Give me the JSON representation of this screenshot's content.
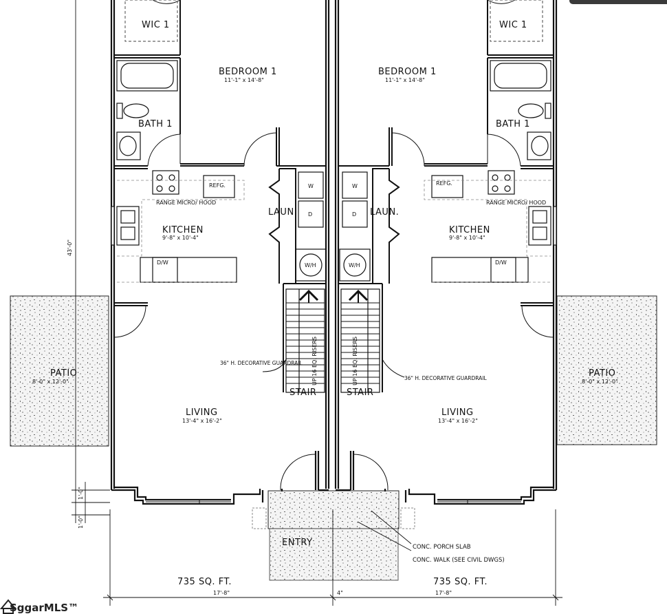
{
  "left_unit": {
    "wic": "WIC 1",
    "bedroom": {
      "name": "BEDROOM 1",
      "size": "11'-1\" x 14'-8\""
    },
    "bath": "BATH 1",
    "refrigerator": "REFG.",
    "range": "RANGE MICRO/ HOOD",
    "kitchen": {
      "name": "KITCHEN",
      "size": "9'-8\" x 10'-4\""
    },
    "dishwasher": "D/W",
    "laundry": "LAUN.",
    "washer": "W",
    "dryer": "D",
    "water_heater": "W/H",
    "patio": {
      "name": "PATIO",
      "size": "8'-0\" x 12'-0\""
    },
    "guardrail": "36\" H. DECORATIVE GUARDRAIL",
    "risers": "UP 16 EQ. RISERS",
    "stair": "STAIR",
    "living": {
      "name": "LIVING",
      "size": "13'-4\" x 16'-2\""
    },
    "area": "735 SQ. FT.",
    "width_dim": "17'-8\""
  },
  "right_unit": {
    "wic": "WIC 1",
    "bedroom": {
      "name": "BEDROOM 1",
      "size": "11'-1\" x 14'-8\""
    },
    "bath": "BATH 1",
    "refrigerator": "REFG.",
    "range": "RANGE MICRO/ HOOD",
    "kitchen": {
      "name": "KITCHEN",
      "size": "9'-8\" x 10'-4\""
    },
    "dishwasher": "D/W",
    "laundry": "LAUN.",
    "washer": "W",
    "dryer": "D",
    "water_heater": "W/H",
    "patio": {
      "name": "PATIO",
      "size": "8'-0\" x 12'-0\""
    },
    "guardrail": "36\" H. DECORATIVE GUARDRAIL",
    "risers": "UP 16 EQ. RISERS",
    "stair": "STAIR",
    "living": {
      "name": "LIVING",
      "size": "13'-4\" x 16'-2\""
    },
    "area": "735 SQ. FT.",
    "width_dim": "17'-8\""
  },
  "shared": {
    "depth_dim": "43'-0\"",
    "step_dim_1": "1'-0\"",
    "step_dim_2": "1'-0\"",
    "entry": "ENTRY",
    "porch_slab": "CONC. PORCH SLAB",
    "walk": "CONC. WALK (SEE CIVIL DWGS)",
    "party_wall_dim": "4\""
  },
  "watermark": "SggarMLS™"
}
